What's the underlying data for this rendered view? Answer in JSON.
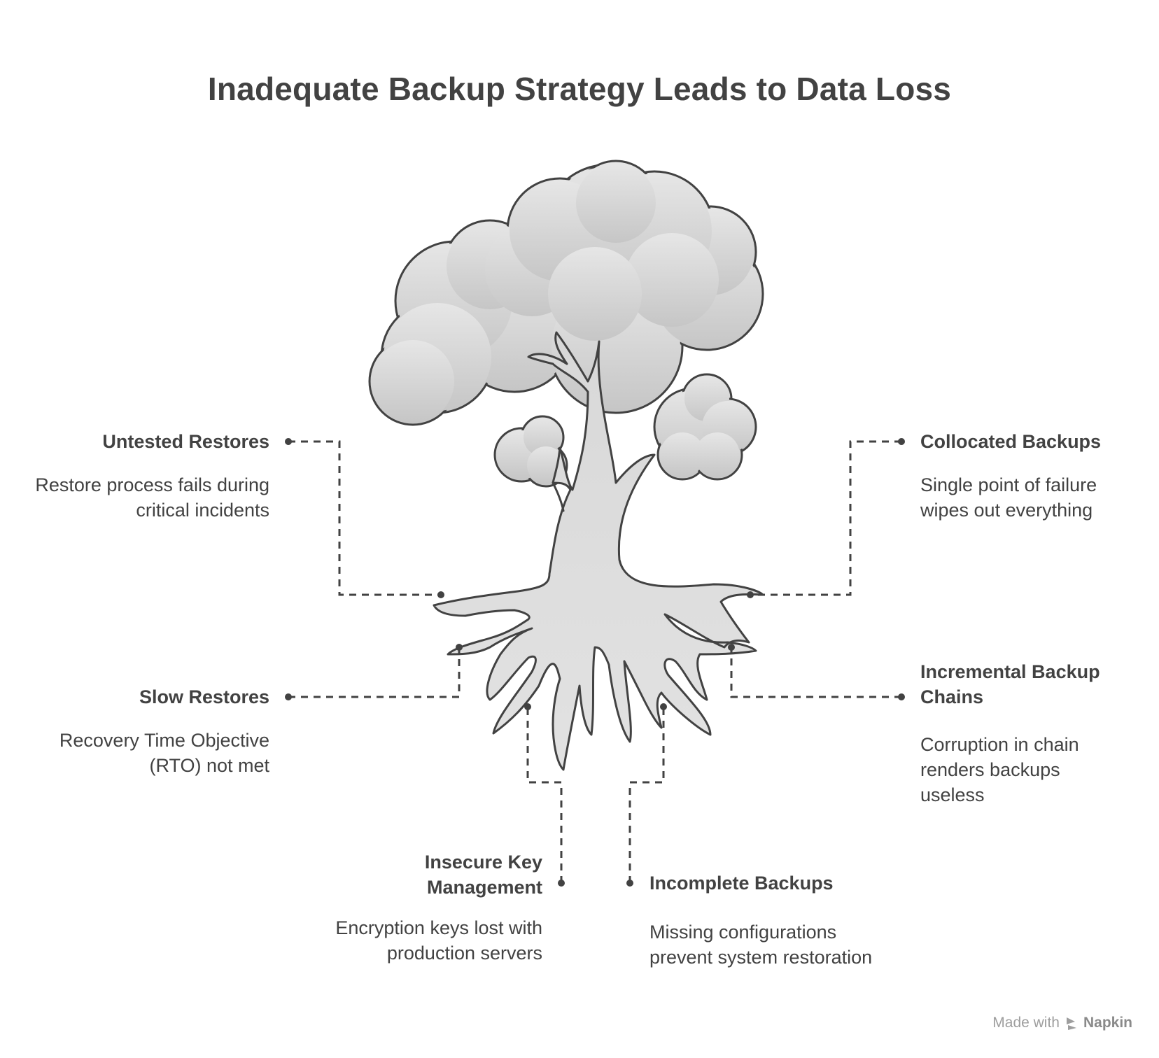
{
  "title": "Inadequate Backup Strategy Leads to Data Loss",
  "branches": [
    {
      "heading": "Untested Restores",
      "description": "Restore process fails during critical incidents"
    },
    {
      "heading": "Slow Restores",
      "description": "Recovery Time Objective (RTO) not met"
    },
    {
      "heading": "Insecure Key Management",
      "description": "Encryption keys lost with production servers"
    },
    {
      "heading": "Incomplete Backups",
      "description": "Missing configurations prevent system restoration"
    },
    {
      "heading": "Collocated Backups",
      "description": "Single point of failure wipes out everything"
    },
    {
      "heading": "Incremental Backup Chains",
      "description": "Corruption in chain renders backups useless"
    }
  ],
  "footer": {
    "made_with": "Made with",
    "brand": "Napkin"
  },
  "colors": {
    "text": "#424242",
    "outline": "#424242",
    "fill_light": "#e6e6e6",
    "fill_dark": "#c4c4c4",
    "footer": "#9e9e9e"
  },
  "icons": {
    "tree": "tree-illustration",
    "footer_logo": "napkin-logo-icon"
  }
}
